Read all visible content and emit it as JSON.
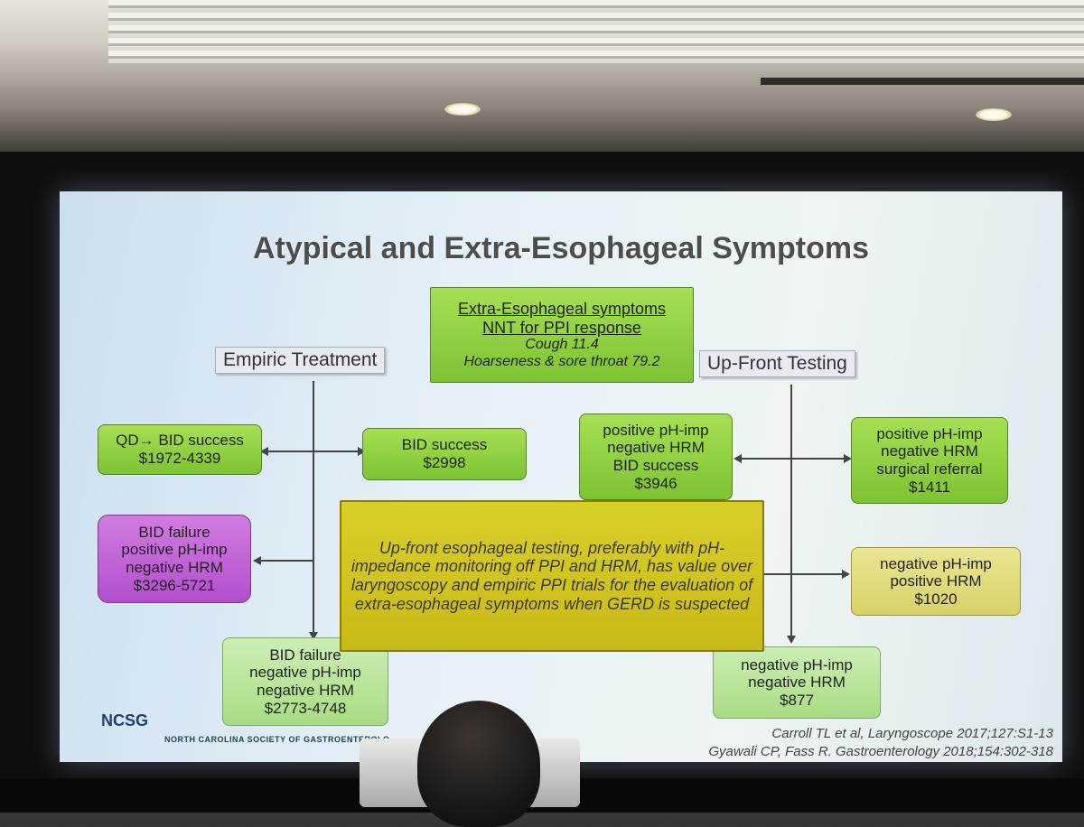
{
  "slide": {
    "title": "Atypical and Extra-Esophageal Symptoms",
    "center_box": {
      "line1": "Extra-Esophageal symptoms",
      "line2": "NNT for PPI response",
      "line3": "Cough 11.4",
      "line4": "Hoarseness & sore throat 79.2"
    },
    "left_header": "Empiric Treatment",
    "right_header": "Up-Front Testing",
    "boxes": {
      "qd_bid": [
        "QD→ BID success",
        "$1972-4339"
      ],
      "bid_success": [
        "BID success",
        "$2998"
      ],
      "bid_failure_pos": [
        "BID failure",
        "positive pH-imp",
        "negative HRM",
        "$3296-5721"
      ],
      "bid_failure_neg": [
        "BID failure",
        "negative pH-imp",
        "negative HRM",
        "$2773-4748"
      ],
      "pos_bid": [
        "positive pH-imp",
        "negative HRM",
        "BID success",
        "$3946"
      ],
      "pos_surgical": [
        "positive pH-imp",
        "negative HRM",
        "surgical referral",
        "$1411"
      ],
      "neg_pos_hrm": [
        "negative pH-imp",
        "positive HRM",
        "$1020"
      ],
      "neg_neg": [
        "negative pH-imp",
        "negative HRM",
        "$877"
      ]
    },
    "conclusion": "Up-front esophageal testing, preferably with pH-impedance monitoring off PPI and HRM, has value over laryngoscopy and empiric PPI trials for the evaluation of extra-esophageal symptoms when GERD is suspected",
    "references": [
      "Carroll TL et al, Laryngoscope 2017;127:S1-13",
      "Gyawali CP, Fass R. Gastroenterology 2018;154:302-318"
    ],
    "logo_text": "NCSG",
    "footer": "NORTH CAROLINA SOCIETY OF GASTROENTEROLO"
  },
  "colors": {
    "green": "#8ccf3c",
    "light_green": "#b8e396",
    "purple": "#c065d6",
    "yellow": "#d8c82a",
    "title_gray": "#4d4d4d"
  }
}
